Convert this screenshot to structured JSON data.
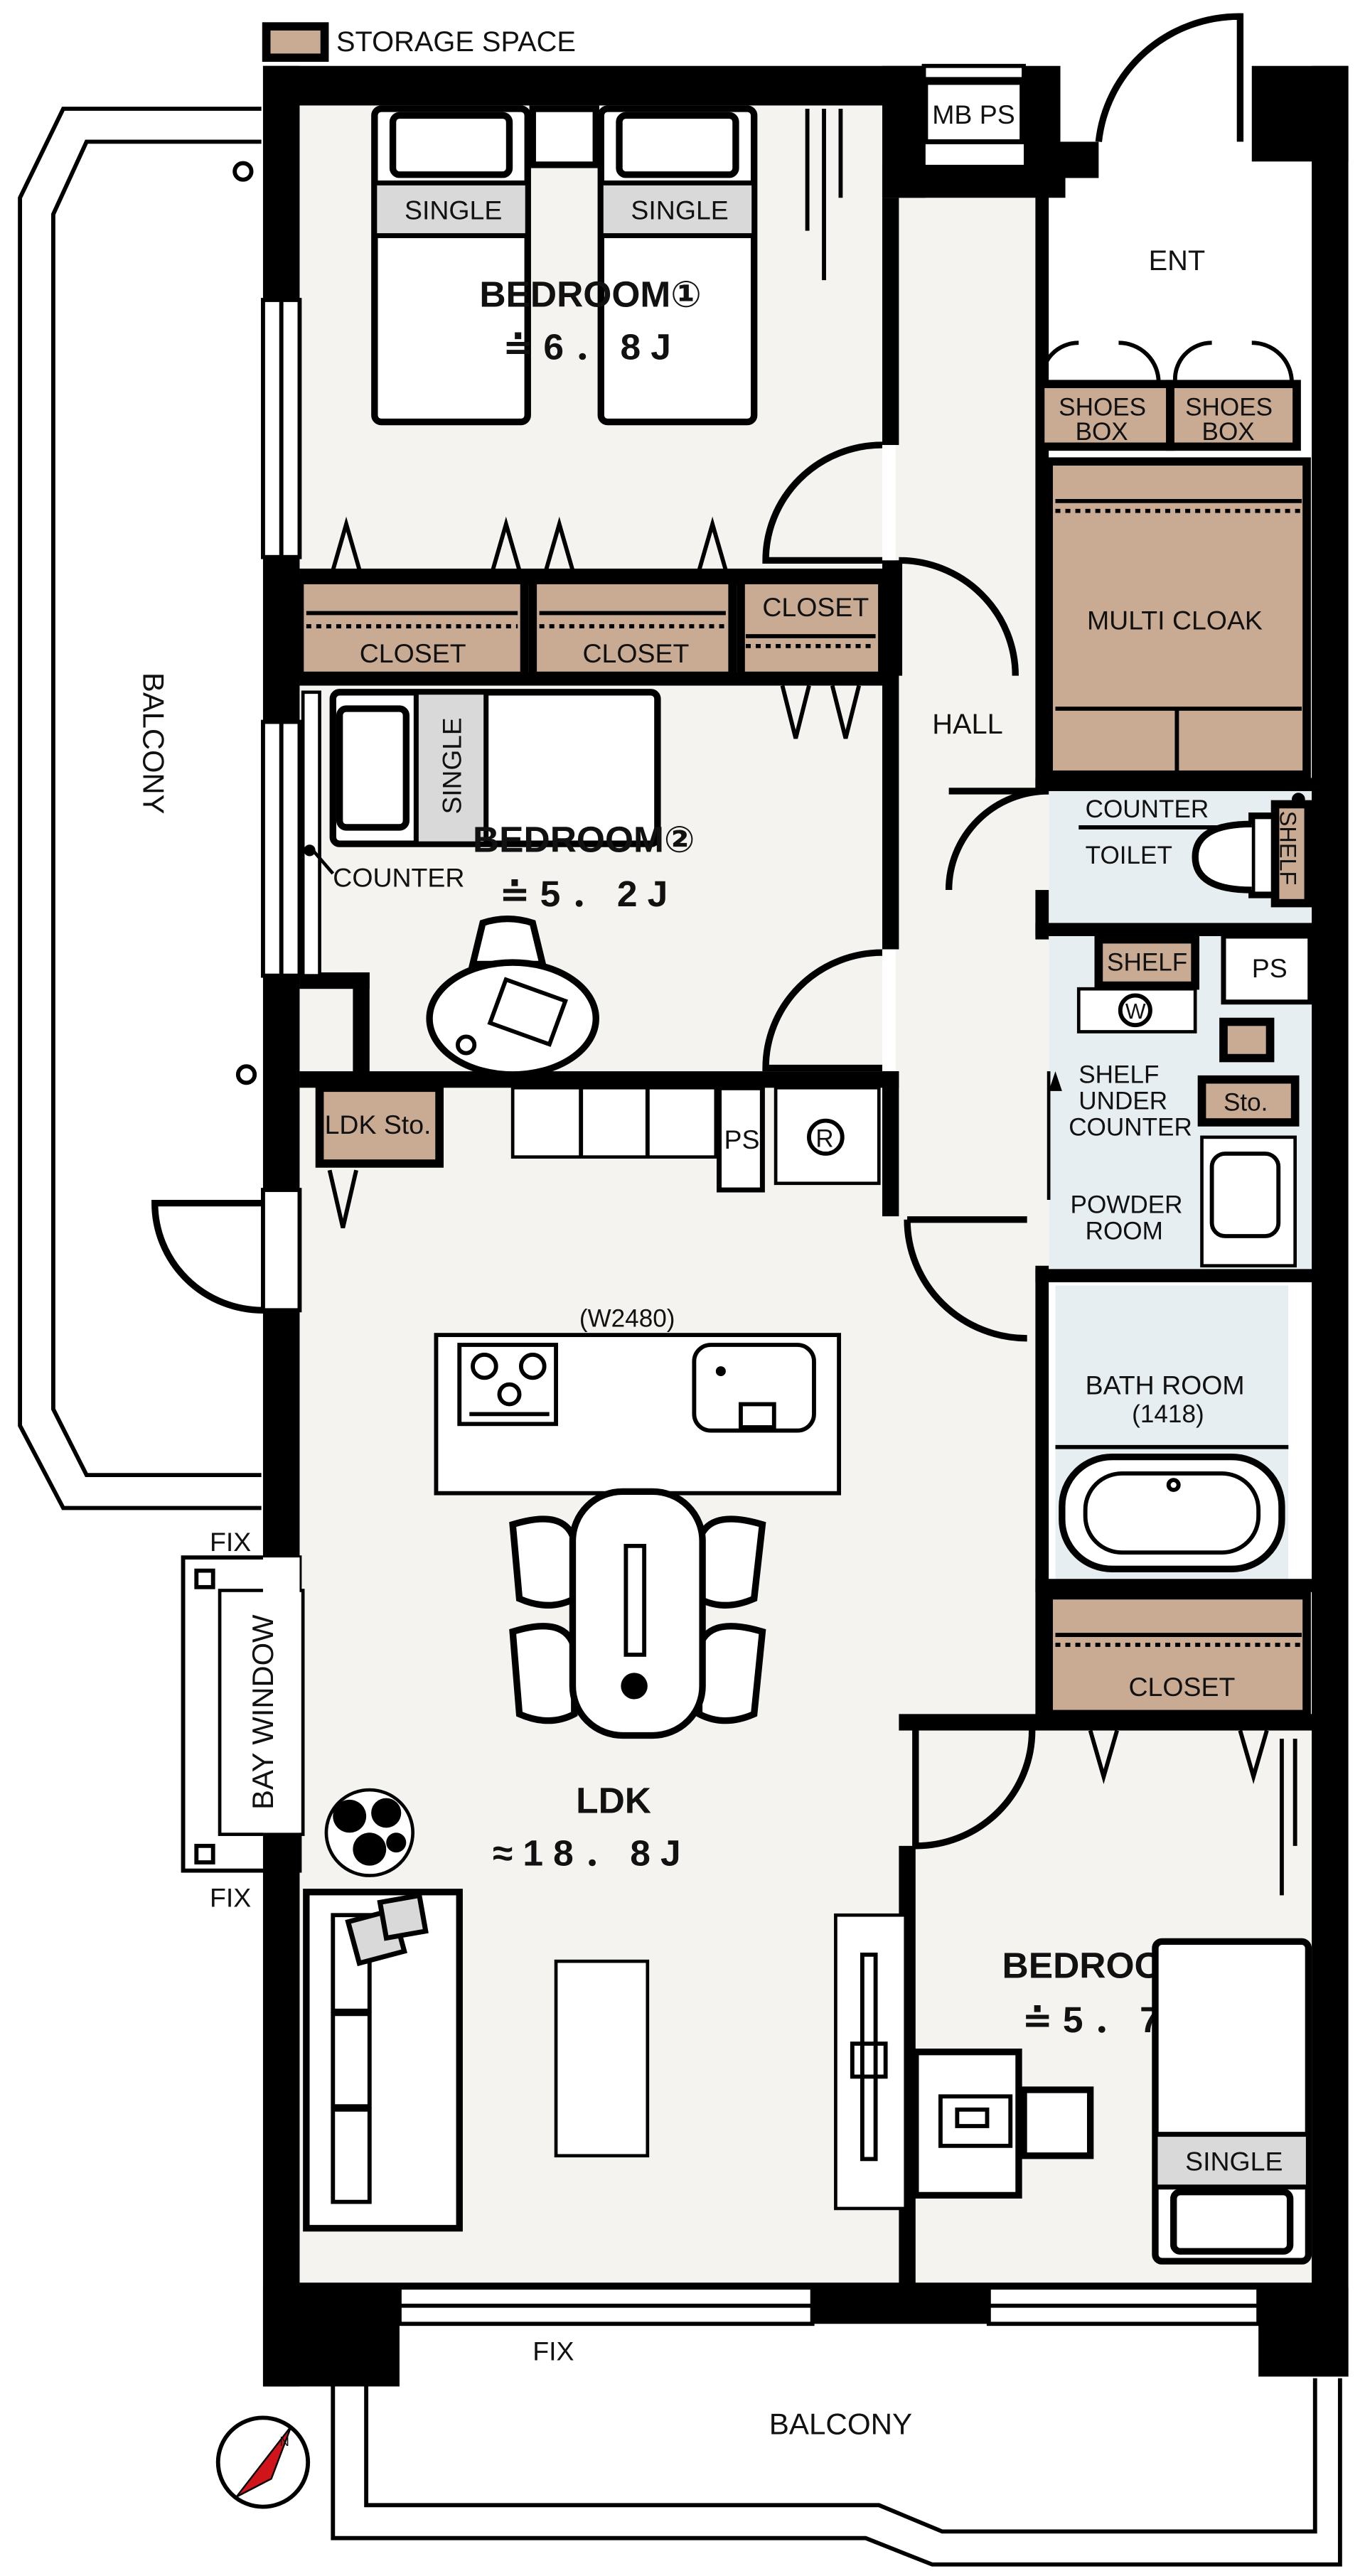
{
  "legend": {
    "label": "STORAGE SPACE",
    "swatch_color": "#c9ab94"
  },
  "labels": {
    "mb_ps": "MB PS",
    "ent": "ENT",
    "shoes_box_1a": "SHOES",
    "shoes_box_1b": "BOX",
    "shoes_box_2a": "SHOES",
    "shoes_box_2b": "BOX",
    "multi_cloak": "MULTI CLOAK",
    "hall": "HALL",
    "counter_toilet": "COUNTER",
    "toilet": "TOILET",
    "shelf_toilet": "SHELF",
    "shelf_laundry": "SHELF",
    "ps_upper": "PS",
    "washer_symbol": "W",
    "shelf_under_1": "SHELF",
    "shelf_under_2": "UNDER",
    "shelf_under_3": "COUNTER",
    "sto_powder": "Sto.",
    "powder_room_1": "POWDER",
    "powder_room_2": "ROOM",
    "bath_room": "BATH ROOM",
    "bath_size": "(1418)",
    "closet_bath": "CLOSET",
    "bedroom1": "BEDROOM①",
    "bedroom1_area": "≐6．8J",
    "single_b1_left": "SINGLE",
    "single_b1_right": "SINGLE",
    "closet_b1_left": "CLOSET",
    "closet_b1_right": "CLOSET",
    "closet_b2": "CLOSET",
    "bedroom2": "BEDROOM②",
    "bedroom2_area": "≐5．2J",
    "single_b2": "SINGLE",
    "counter_b2": "COUNTER",
    "ldk_sto": "LDK Sto.",
    "ps_kitchen": "PS",
    "fridge_symbol": "R",
    "kitchen_width": "(W2480)",
    "ldk": "LDK",
    "ldk_area": "≈18．8J",
    "bedroom3": "BEDROOM③",
    "bedroom3_area": "≐5．7J",
    "single_b3": "SINGLE",
    "balcony_side": "BALCONY",
    "balcony_bottom": "BALCONY",
    "bay_window": "BAY WINDOW",
    "fix_top": "FIX",
    "fix_bottom": "FIX",
    "fix_balcony": "FIX"
  },
  "icons": [
    "compass-icon",
    "plant-icon",
    "stove-icon",
    "sink-icon",
    "bathtub-icon",
    "toilet-icon",
    "washer-icon"
  ],
  "colors": {
    "storage": "#c9ab94",
    "floor": "#f4f3ef",
    "wet_area": "#e6eef1",
    "wall": "#000000",
    "compass_needle": "#d0141c"
  }
}
